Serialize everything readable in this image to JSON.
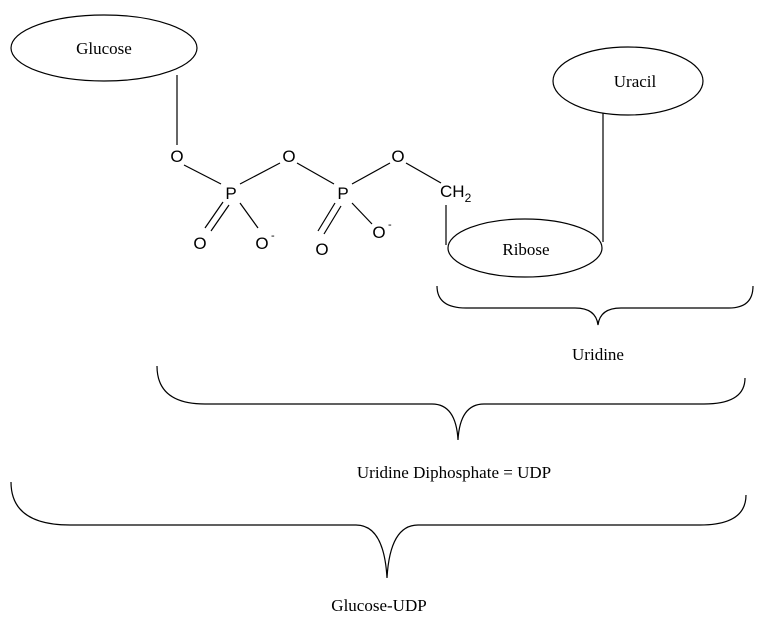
{
  "groups": {
    "glucose": "Glucose",
    "uracil": "Uracil",
    "ribose": "Ribose"
  },
  "atoms": {
    "oxygen": "O",
    "phosphorus": "P",
    "charge": "-",
    "ch": "CH",
    "ch_subscript": "2"
  },
  "brackets": {
    "uridine": "Uridine",
    "udp": "Uridine Diphosphate  =  UDP",
    "glucose_udp": "Glucose-UDP"
  }
}
